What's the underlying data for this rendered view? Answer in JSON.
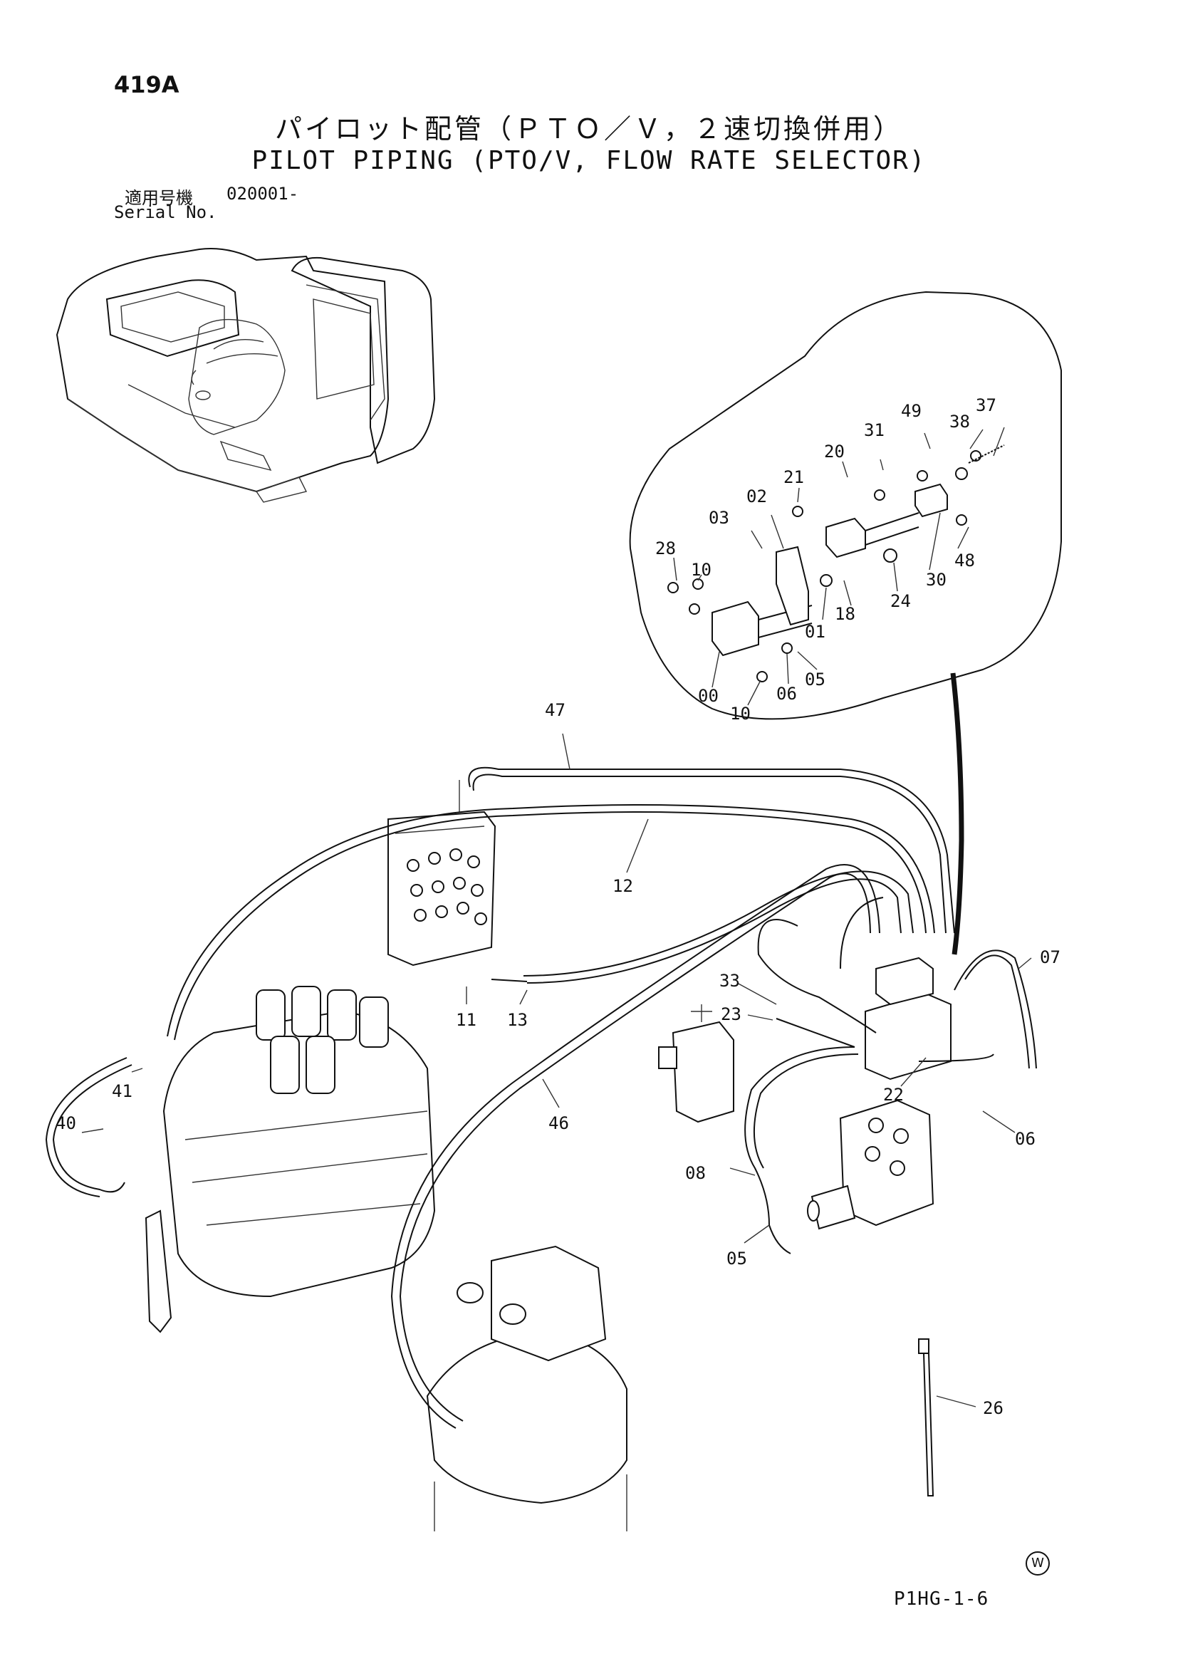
{
  "header": {
    "page_number": "419A",
    "title_jp": "パイロット配管（ＰＴＯ／Ｖ，２速切換併用）",
    "title_en": "PILOT PIPING (PTO/V, FLOW RATE SELECTOR)",
    "serial_label_jp": "適用号機",
    "serial_value": "020001-",
    "serial_label_en": "Serial No."
  },
  "footer": {
    "code": "P1HG-1-6",
    "mark": "W"
  },
  "part_labels": {
    "p49": "49",
    "p38": "38",
    "p37": "37",
    "p31": "31",
    "p20": "20",
    "p21": "21",
    "p02": "02",
    "p03": "03",
    "p28": "28",
    "p10a": "10",
    "p24": "24",
    "p30": "30",
    "p48": "48",
    "p18": "18",
    "p01": "01",
    "p05a": "05",
    "p00": "00",
    "p06a": "06",
    "p10b": "10",
    "p47": "47",
    "p12": "12",
    "p07": "07",
    "p33": "33",
    "p23": "23",
    "p11": "11",
    "p13": "13",
    "p22": "22",
    "p06b": "06",
    "p41": "41",
    "p40": "40",
    "p46": "46",
    "p08": "08",
    "p05b": "05",
    "p26": "26"
  }
}
